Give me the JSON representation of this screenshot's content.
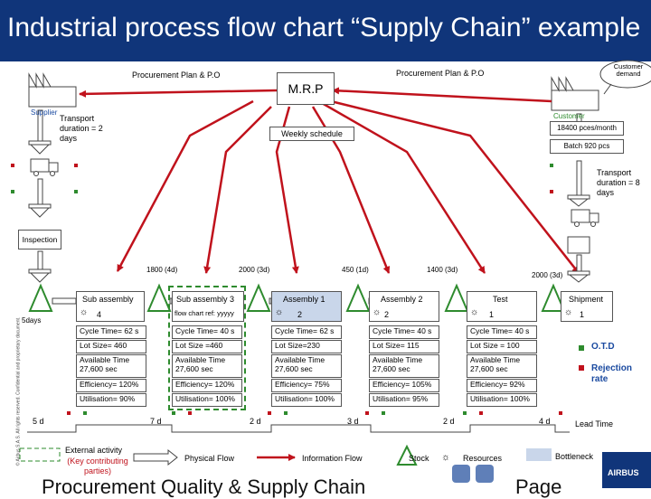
{
  "title": "Industrial process flow chart “Supply Chain” example",
  "footer": "Procurement Quality & Supply Chain",
  "footer_right": "Page",
  "confidentiality": "© Airbus S.A.S. All rights reserved. Confidential and proprietary document.",
  "brand": "AIRBUS",
  "supplier": "Supplier",
  "customer": "Customer",
  "customer_demand": "Customer demand",
  "mrp": "M.R.P",
  "weekly_schedule": "Weekly schedule",
  "procurement_left": "Procurement Plan & P.O",
  "procurement_right": "Procurement Plan & P.O",
  "demand_rate": "18400 pces/month",
  "batch": "Batch 920 pcs",
  "transport_left": "Transport duration = 2 days",
  "transport_right": "Transport duration = 8 days",
  "inspection": "Inspection",
  "stock_first": "5days",
  "stock_counts": [
    "1800 (4d)",
    "2000 (3d)",
    "450 (1d)",
    "1400 (3d)",
    "2000 (3d)"
  ],
  "processes": [
    {
      "name": "Sub assembly",
      "resources": "4",
      "highlighted": false,
      "note": "",
      "metrics": [
        "Cycle Time= 62 s",
        "Lot Size= 460",
        "Available Time 27,600 sec",
        "Efficiency= 120%",
        "Utilisation= 90%"
      ]
    },
    {
      "name": "Sub assembly 3",
      "resources": "",
      "highlighted": false,
      "note": "flow chart ref: yyyyy",
      "metrics": [
        "Cycle Time= 40 s",
        "Lot Size =460",
        "Available Time 27,600 sec",
        "Efficiency= 120%",
        "Utilisation= 100%"
      ]
    },
    {
      "name": "Assembly 1",
      "resources": "2",
      "highlighted": true,
      "note": "",
      "metrics": [
        "Cycle Time= 62 s",
        "Lot Size=230",
        "Available Time 27,600 sec",
        "Efficiency= 75%",
        "Utilisation= 100%"
      ]
    },
    {
      "name": "Assembly 2",
      "resources": "2",
      "highlighted": false,
      "note": "",
      "metrics": [
        "Cycle Time= 40 s",
        "Lot Size= 115",
        "Available Time 27,600 sec",
        "Efficiency= 105%",
        "Utilisation= 95%"
      ]
    },
    {
      "name": "Test",
      "resources": "1",
      "highlighted": false,
      "note": "",
      "metrics": [
        "Cycle Time= 40 s",
        "Lot Size = 100",
        "Available Time 27,600 sec",
        "Efficiency= 92%",
        "Utilisation= 100%"
      ]
    },
    {
      "name": "Shipment",
      "resources": "1",
      "highlighted": false,
      "note": "",
      "metrics": []
    }
  ],
  "lead_times": [
    "5 d",
    "7 d",
    "2 d",
    "3 d",
    "2 d",
    "4 d"
  ],
  "lead_time_label": "Lead Time",
  "kpi_otd": "O.T.D",
  "kpi_rejection": "Rejection rate",
  "legend": {
    "external": "External activity",
    "external_note": "(Key contributing parties)",
    "physical": "Physical Flow",
    "information": "Information Flow",
    "stock": "Stock",
    "resources": "Resources",
    "bottleneck": "Bottleneck"
  },
  "colors": {
    "header": "#10357a",
    "info_arrow": "#c0121c",
    "stock": "#2e8b2e",
    "otd": "#2e8b2e",
    "rejection": "#c0121c",
    "bottleneck": "#c9d6ea",
    "external": "#2e8b2e"
  }
}
